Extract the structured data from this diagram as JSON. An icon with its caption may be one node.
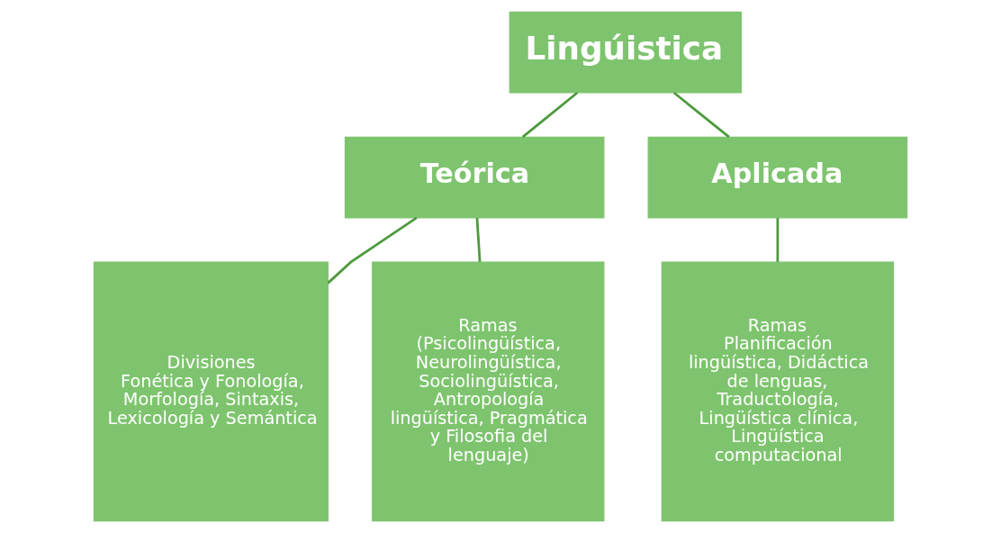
{
  "diagram": {
    "nodes": [
      {
        "text": [
          "Lingúistica"
        ]
      },
      {
        "text": [
          "Teórica"
        ]
      },
      {
        "text": [
          "Aplicada"
        ]
      },
      {
        "text": [
          "Divisiones",
          "Fonética y Fonología, Morfología, Sintaxis, Lexicología y Semántica"
        ]
      },
      {
        "text": [
          "Ramas",
          "(Psicolingüística, Neurolingüística, Sociolingüística, Antropología lingüística, Pragmática y Filosofia del lenguaje)"
        ]
      },
      {
        "text": [
          "Ramas",
          "Planificación lingüística, Didáctica de lenguas, Traductología, Lingüística clínica, Lingüística computacional"
        ]
      }
    ],
    "edges": [
      {
        "from": 0,
        "to": 1,
        "arrow": "none"
      },
      {
        "from": 0,
        "to": 2,
        "arrow": "none"
      },
      {
        "from": 1,
        "to": 3,
        "arrow": "none"
      },
      {
        "from": 1,
        "to": 4,
        "arrow": "none"
      },
      {
        "from": 2,
        "to": 5,
        "arrow": "none"
      }
    ]
  }
}
